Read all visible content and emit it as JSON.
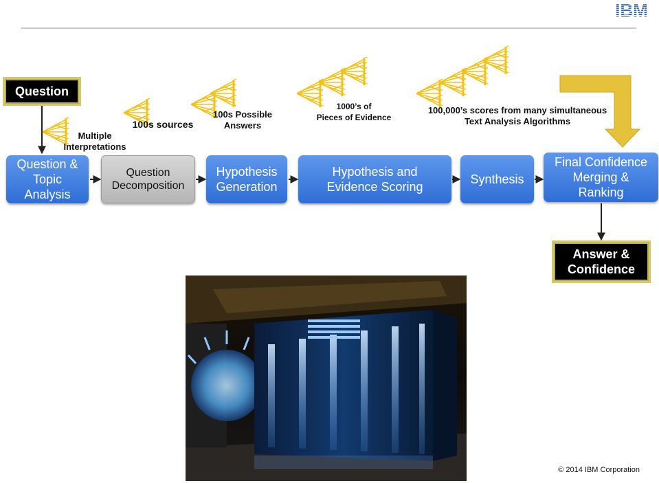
{
  "question": "Question",
  "labels": {
    "interpretations": "Multiple\nInterpretations",
    "sources": "100s  sources",
    "answers": "100s Possible\nAnswers",
    "evidence": "1000’s of\nPieces of Evidence",
    "scores": "100,000’s scores from many simultaneous\nText Analysis Algorithms"
  },
  "steps": [
    "Question &\nTopic\nAnalysis",
    "Question\nDecomposition",
    "Hypothesis\nGeneration",
    "Hypothesis and\nEvidence  Scoring",
    "Synthesis",
    "Final Confidence\nMerging &\nRanking"
  ],
  "answer": "Answer &\nConfidence",
  "copyright": "© 2014  IBM Corporation",
  "logo_text": "IBM",
  "colors": {
    "step_blue": "#2f6ed6",
    "tree_yellow": "#f1c21b",
    "arrow_gold": "#e6c23a",
    "logo_blue": "#1f4fa8"
  }
}
